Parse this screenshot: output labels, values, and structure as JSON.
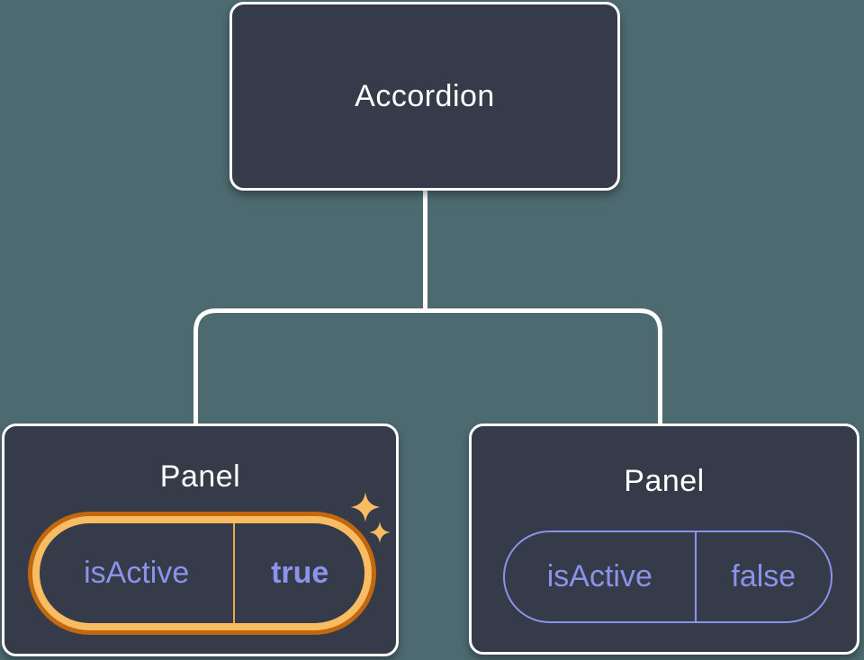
{
  "diagram": {
    "root": {
      "label": "Accordion"
    },
    "panels": [
      {
        "title": "Panel",
        "state": {
          "key": "isActive",
          "value": "true"
        },
        "highlighted": true,
        "icon": "sparkles-icon"
      },
      {
        "title": "Panel",
        "state": {
          "key": "isActive",
          "value": "false"
        },
        "highlighted": false
      }
    ],
    "colors": {
      "background": "#4d6a71",
      "node_fill": "#353b48",
      "node_border": "#ffffff",
      "connector": "#ffffff",
      "state_text": "#8b92e9",
      "highlight_ring_outer": "#c2690f",
      "highlight_ring_inner": "#f9bc62",
      "highlight_divider": "#e8a852",
      "sparkle": "#f9bc62"
    }
  }
}
